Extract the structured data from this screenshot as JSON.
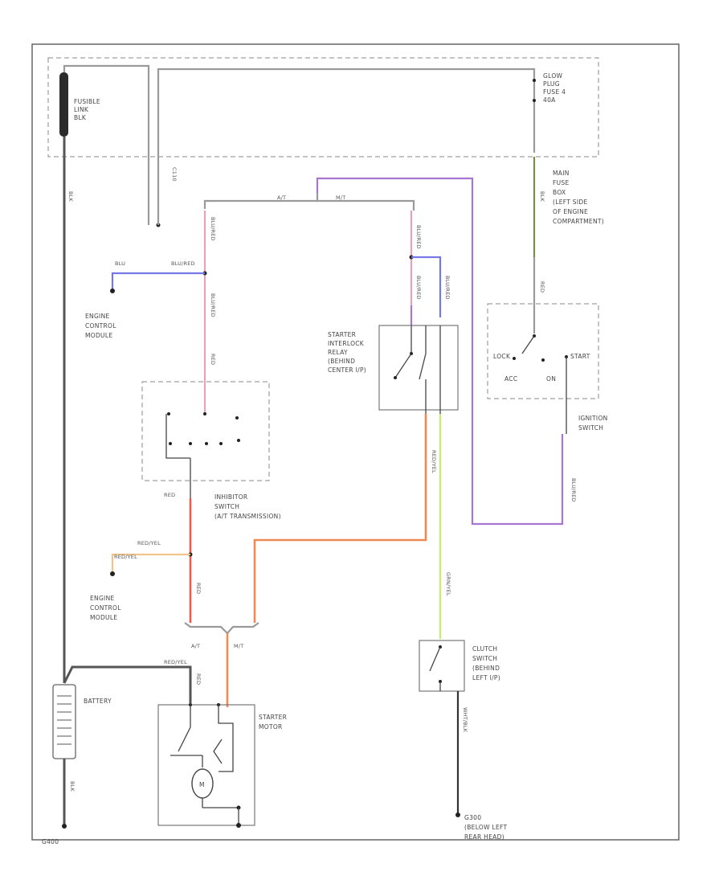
{
  "labels": {
    "fusible_link": [
      "FUSIBLE",
      "LINK",
      "BLK"
    ],
    "glow_plug_fuse": [
      "GLOW",
      "PLUG",
      "FUSE 4",
      "40A"
    ],
    "main_fuse_box": [
      "MAIN",
      "FUSE",
      "BOX",
      "(LEFT SIDE",
      "OF ENGINE",
      "COMPARTMENT)"
    ],
    "ecm_top": [
      "ENGINE",
      "CONTROL",
      "MODULE"
    ],
    "ecm_bottom": [
      "ENGINE",
      "CONTROL",
      "MODULE"
    ],
    "starter_relay": [
      "STARTER",
      "INTERLOCK",
      "RELAY",
      "(BEHIND",
      "CENTER I/P)"
    ],
    "ignition_switch": [
      "IGNITION",
      "SWITCH"
    ],
    "inhibitor_switch": [
      "INHIBITOR",
      "SWITCH",
      "(A/T TRANSMISSION)"
    ],
    "clutch_switch": [
      "CLUTCH",
      "SWITCH",
      "(BEHIND",
      "LEFT I/P)"
    ],
    "battery": "BATTERY",
    "starter_motor": [
      "STARTER",
      "MOTOR"
    ],
    "ground_g": [
      "G300",
      "(BELOW LEFT",
      "REAR HEAD)"
    ],
    "ground_left": "G400",
    "ign_positions": {
      "lock": "LOCK",
      "acc": "ACC",
      "on": "ON",
      "start": "START"
    }
  },
  "wires": {
    "blu": "BLU",
    "blu_red": "BLU/RED",
    "red": "RED",
    "red_yel": "RED/YEL",
    "red_yel2": "RED/YEL",
    "red_yel3": "RED/YEL",
    "grn_yel": "GRN/YEL",
    "blk": "BLK",
    "wht_blk": "WHT/BLK",
    "at": "A/T",
    "mt": "M/T",
    "at2": "A/T",
    "mt2": "M/T",
    "c110": "C110"
  },
  "colors": {
    "pink": "#e6a2b8",
    "violet": "#a776d0",
    "blue": "#7777e6",
    "orange": "#f08a55",
    "red": "#ee5a50",
    "yellow_green": "#c4ef6a",
    "tan": "#f1c48c"
  }
}
